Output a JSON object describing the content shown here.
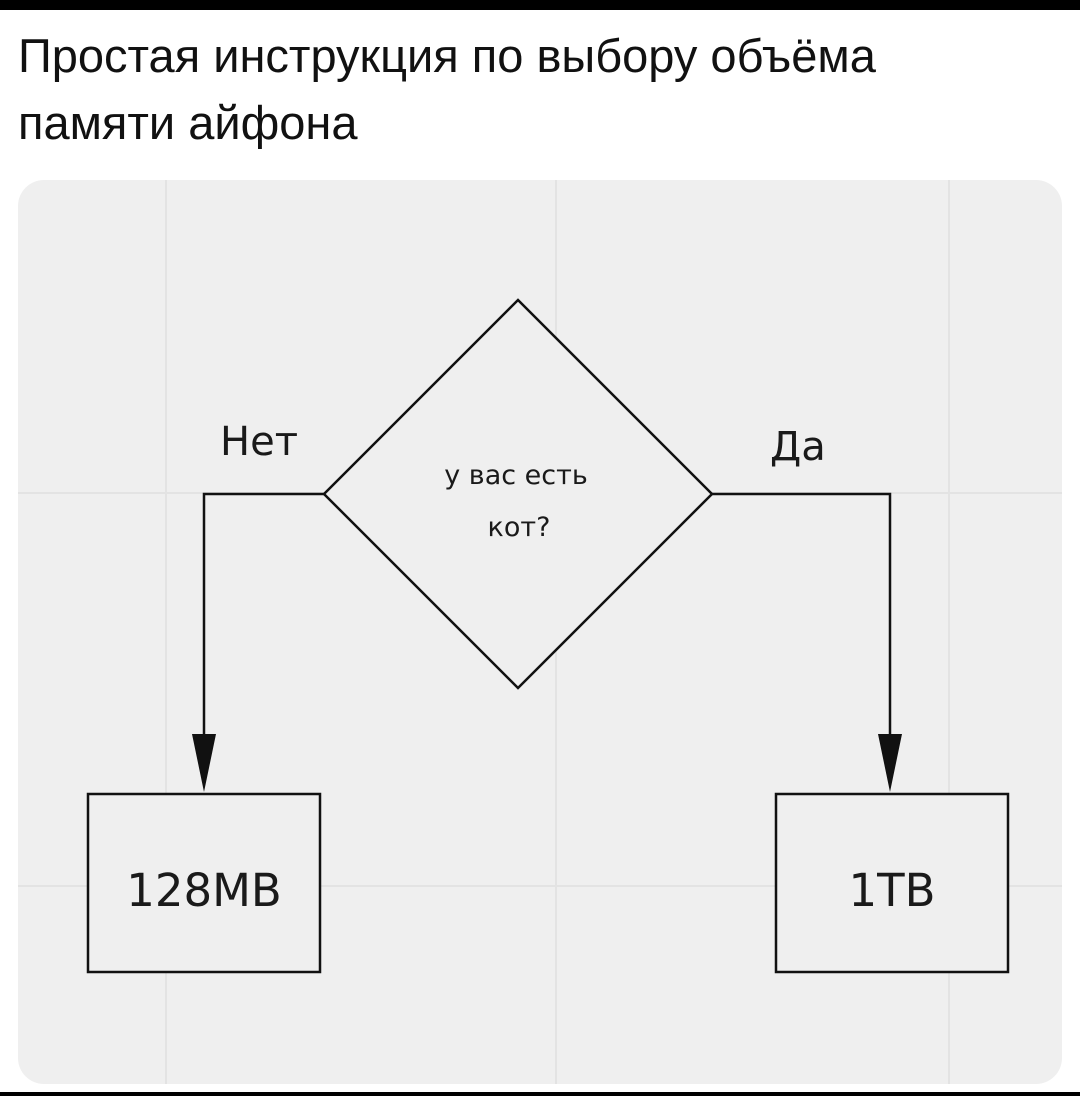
{
  "header": {
    "title_line1": "Простая инструкция по выбору объёма",
    "title_line2": "памяти айфона"
  },
  "flowchart": {
    "decision": {
      "line1": "у вас есть",
      "line2": "кот?"
    },
    "branch_no": {
      "label": "Нет",
      "result": "128MB"
    },
    "branch_yes": {
      "label": "Да",
      "result": "1TB"
    }
  },
  "colors": {
    "panel_background": "#efefef",
    "line": "#111111"
  }
}
